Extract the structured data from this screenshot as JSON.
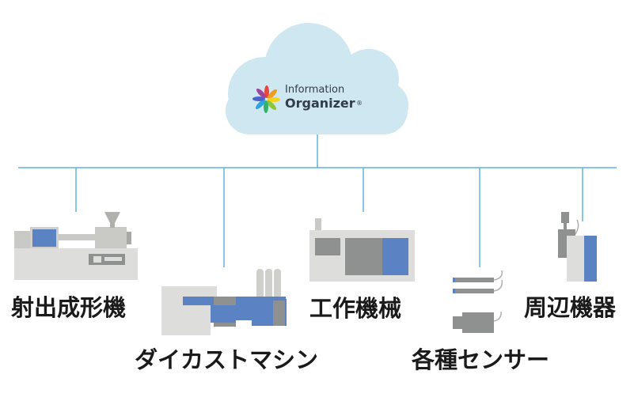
{
  "cloud": {
    "logo_line1": "Information",
    "logo_line2": "Organizer",
    "logo_mark": "®"
  },
  "devices": [
    {
      "id": "injection",
      "label": "射出成形機"
    },
    {
      "id": "diecast",
      "label": "ダイカストマシン"
    },
    {
      "id": "machine_tool",
      "label": "工作機械"
    },
    {
      "id": "sensors",
      "label": "各種センサー"
    },
    {
      "id": "peripheral",
      "label": "周辺機器"
    }
  ],
  "colors": {
    "line": "#5fb4dc",
    "cloud": "#cfe7f0",
    "machine_gray": "#d9d9d6",
    "machine_dark": "#8f9090",
    "machine_blue": "#5b82c2"
  }
}
